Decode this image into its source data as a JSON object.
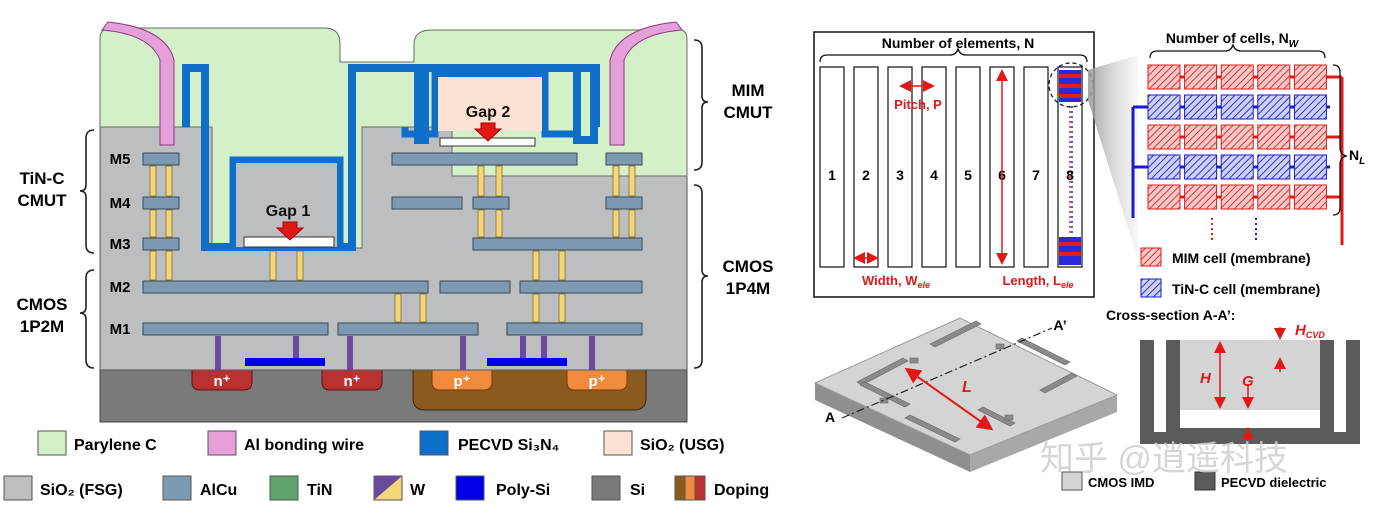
{
  "left": {
    "lbl_mim": "MIM",
    "lbl_cmut": "CMUT",
    "lbl_tinc": "TiN-C",
    "lbl_cmut2": "CMUT",
    "lbl_cmos_r": "CMOS",
    "lbl_1p4m": "1P4M",
    "lbl_cmos_l": "CMOS",
    "lbl_1p2m": "1P2M",
    "metals": [
      "M5",
      "M4",
      "M3",
      "M2",
      "M1"
    ],
    "gap1": "Gap 1",
    "gap2": "Gap 2",
    "doping": [
      "n⁺",
      "n⁺",
      "p⁺",
      "p⁺"
    ]
  },
  "legend": {
    "row1": [
      "Parylene C",
      "Al bonding wire",
      "PECVD Si₃N₄",
      "SiO₂ (USG)"
    ],
    "row2": [
      "SiO₂ (FSG)",
      "AlCu",
      "TiN",
      "W",
      "Poly-Si",
      "Si",
      "Doping"
    ]
  },
  "array": {
    "elements_label": "Number of elements, N",
    "element_numbers": [
      "1",
      "2",
      "3",
      "4",
      "5",
      "6",
      "7",
      "8"
    ],
    "pitch": "Pitch, P",
    "width": "Width, W",
    "width_sub": "ele",
    "length": "Length, L",
    "length_sub": "ele"
  },
  "cells": {
    "cells_label": "Number of cells, N",
    "cells_sub": "W",
    "nl": "N",
    "nl_sub": "L",
    "legend_mim": "MIM cell (membrane)",
    "legend_tinc": "TiN-C cell (membrane)"
  },
  "plate": {
    "a": "A",
    "a_prime": "A’",
    "l": "L"
  },
  "section": {
    "title": "Cross-section A-A’:",
    "h": "H",
    "g": "G",
    "hcvd": "H",
    "hcvd_sub": "CVD",
    "leg_imd": "CMOS IMD",
    "leg_pecvd": "PECVD dielectric"
  },
  "watermark": "知乎 @逍遥科技",
  "colors": {
    "parylene": "#d4f0c8",
    "al_wire": "#e59fd9",
    "si3n4": "#0f6ec8",
    "usg": "#fbe2d3",
    "fsg": "#bcbec0",
    "alcu": "#7e9ab3",
    "tin": "#5fa36a",
    "w": "#f2d67a",
    "w_dark": "#6a4a9c",
    "polysi": "#0000e8",
    "si": "#7a7a7a",
    "n_dop": "#b83232",
    "p_dop": "#f08a3c",
    "p_well": "#8b5a1e",
    "red": "#e01818",
    "blue": "#1a1ad0"
  }
}
